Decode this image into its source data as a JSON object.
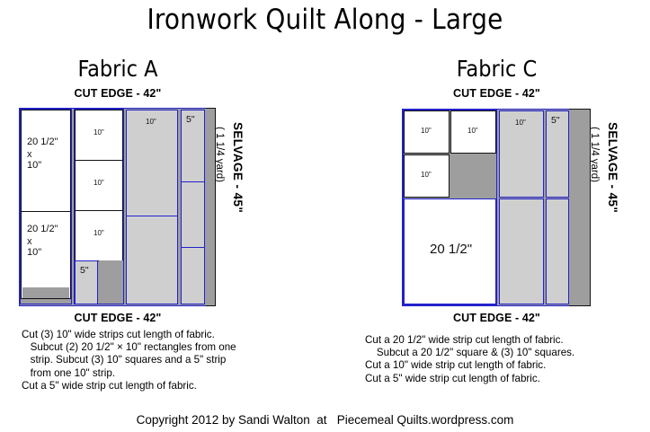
{
  "title": "Ironwork Quilt Along - Large",
  "copyright": "Copyright 2012 by Sandi Walton  at   Piecemeal Quilts.wordpress.com",
  "colors": {
    "cut_line": "#2222cc",
    "piece_outline": "#111111",
    "waste_light": "#cfcfcf",
    "waste_dark": "#9e9e9e",
    "fabric": "#ffffff"
  },
  "fabric_a": {
    "title": "Fabric A",
    "cut_edge_top": "CUT EDGE - 42\"",
    "cut_edge_bottom": "CUT EDGE - 42\"",
    "selvage": "SELVAGE - 45\"",
    "selvage_sub": "( 1 1/4 yard)",
    "labels": {
      "rect1_line1": "20 1/2\"",
      "rect1_line2": "x",
      "rect1_line3": "10\"",
      "rect2_line1": "20 1/2\"",
      "rect2_line2": "x",
      "rect2_line3": "10\"",
      "sq1": "10\"",
      "sq2": "10\"",
      "sq3": "10\"",
      "strip5_lower": "5\"",
      "strip10_wide": "10\"",
      "strip5_right": "5\""
    },
    "instructions": "Cut (3) 10\" wide strips cut length of fabric.\n   Subcut (2) 20 1/2\" × 10\" rectangles from one\n   strip. Subcut (3) 10\" squares and a 5\" strip\n   from one 10\" strip.\nCut a 5\" wide strip cut length of fabric."
  },
  "fabric_c": {
    "title": "Fabric C",
    "cut_edge_top": "CUT EDGE - 42\"",
    "cut_edge_bottom": "CUT EDGE - 42\"",
    "selvage": "SELVAGE - 45\"",
    "selvage_sub": "( 1 1/4 yard)",
    "labels": {
      "sq1": "10\"",
      "sq2": "10\"",
      "sq3": "10\"",
      "big_square": "20 1/2\"",
      "strip10_wide": "10\"",
      "strip5_right": "5\""
    },
    "instructions": "Cut a 20 1/2\" wide strip cut length of fabric.\n    Subcut a 20 1/2\" square & (3) 10\" squares.\nCut a 10\" wide strip cut length of fabric.\nCut a 5\" wide strip cut length of fabric."
  }
}
